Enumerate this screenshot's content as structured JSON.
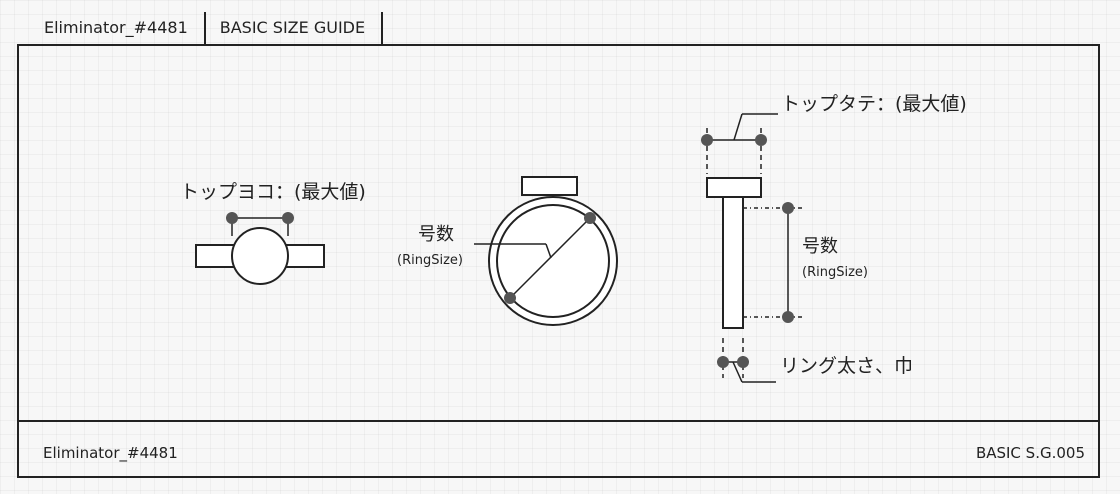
{
  "header": {
    "tabs": [
      {
        "label": "Eliminator_#4481"
      },
      {
        "label": "BASIC SIZE GUIDE"
      }
    ]
  },
  "diagram": {
    "top_width_label": "トップヨコ：(最大値)",
    "ring_number_label": "号数",
    "ring_size_label": "(RingSize)",
    "top_height_label": "トップタテ：(最大値)",
    "side_ring_number_label": "号数",
    "side_ring_size_label": "(RingSize)",
    "band_label": "リング太さ、巾"
  },
  "footer": {
    "left_label": "Eliminator_#4481",
    "right_label": "BASIC S.G.005"
  },
  "colors": {
    "line": "#222222",
    "dot": "#555555",
    "background": "#f7f7f7"
  }
}
